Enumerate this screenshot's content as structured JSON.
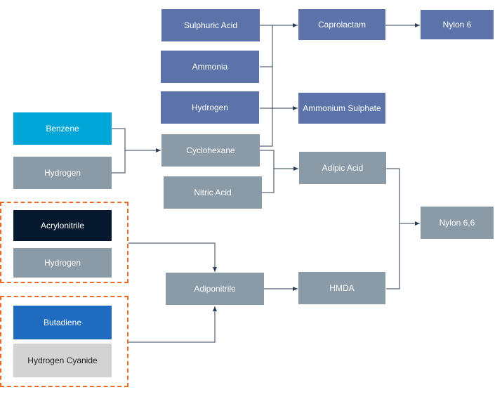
{
  "nodes": {
    "sulphuric_acid": "Sulphuric Acid",
    "ammonia": "Ammonia",
    "hydrogen_top": "Hydrogen",
    "caprolactam": "Caprolactam",
    "ammonium_sulphate": "Ammonium Sulphate",
    "nylon6": "Nylon 6",
    "benzene": "Benzene",
    "hydrogen_benzene": "Hydrogen",
    "cyclohexane": "Cyclohexane",
    "nitric_acid": "Nitric Acid",
    "adipic_acid": "Adipic Acid",
    "nylon66": "Nylon 6,6",
    "acrylonitrile": "Acrylonitrile",
    "hydrogen_acrylo": "Hydrogen",
    "adiponitrile": "Adiponitrile",
    "hmda": "HMDA",
    "butadiene": "Butadiene",
    "hydrogen_cyanide": "Hydrogen Cyanide"
  },
  "colors": {
    "slate": "#5b73a8",
    "gray": "#8a9aa6",
    "cyan": "#00a6d8",
    "navy": "#05182d",
    "blue": "#1f6bbf",
    "light": "#d3d3d3",
    "connector": "#2f3f55",
    "group_border": "#ec6a25"
  }
}
